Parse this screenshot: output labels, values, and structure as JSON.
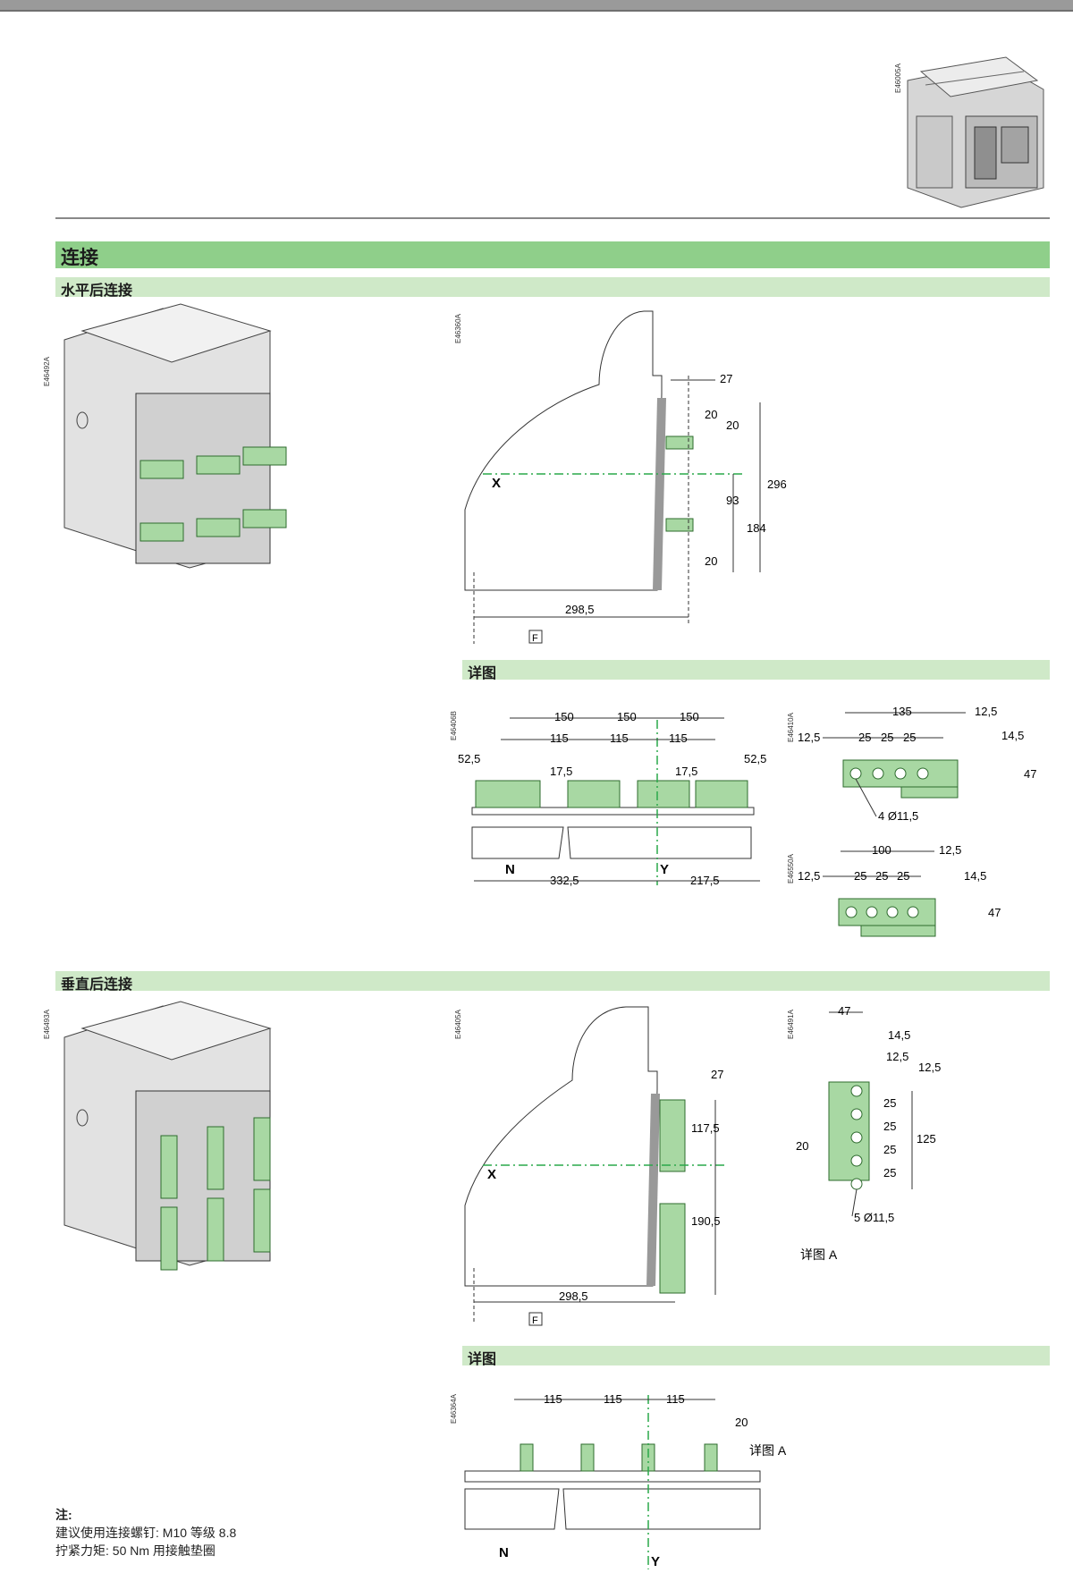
{
  "image_codes": {
    "hero": "E46005A",
    "h_iso": "E46492A",
    "h_side": "E46360A",
    "h_detail": "E46406B",
    "h_bar4": "E46410A",
    "h_bar3": "E46550A",
    "v_iso": "E46493A",
    "v_side": "E46405A",
    "v_detailA": "E46491A",
    "v_detail": "E46364A"
  },
  "sections": {
    "main_title": "连接",
    "horizontal_title": "水平后连接",
    "vertical_title": "垂直后连接",
    "detail_label": "详图"
  },
  "h_side": {
    "dim_27": "27",
    "dim_20a": "20",
    "dim_20b": "20",
    "dim_93": "93",
    "dim_296": "296",
    "dim_184": "184",
    "dim_20c": "20",
    "dim_298": "298,5",
    "label_x": "X",
    "label_f": "F"
  },
  "h_detail": {
    "d150a": "150",
    "d150b": "150",
    "d150c": "150",
    "d115a": "115",
    "d115b": "115",
    "d115c": "115",
    "d52a": "52,5",
    "d52b": "52,5",
    "d17a": "17,5",
    "d17b": "17,5",
    "d332": "332,5",
    "d217": "217,5",
    "label_n": "N",
    "label_y": "Y"
  },
  "h_bar4": {
    "d135": "135",
    "d125": "12,5",
    "d125b": "12,5",
    "d145": "14,5",
    "d47": "47",
    "d25a": "25",
    "d25b": "25",
    "d25c": "25",
    "holes": "4 Ø11,5"
  },
  "h_bar3": {
    "d100": "100",
    "d125": "12,5",
    "d125b": "12,5",
    "d145": "14,5",
    "d47": "47",
    "d25a": "25",
    "d25b": "25",
    "d25c": "25"
  },
  "v_side": {
    "dim_27": "27",
    "dim_117": "117,5",
    "dim_190": "190,5",
    "dim_298": "298,5",
    "label_x": "X",
    "label_f": "F"
  },
  "v_detailA": {
    "d47": "47",
    "d145": "14,5",
    "d125a": "12,5",
    "d125b": "12,5",
    "d20": "20",
    "d25a": "25",
    "d25b": "25",
    "d25c": "25",
    "d25d": "25",
    "d125": "125",
    "holes": "5 Ø11,5",
    "caption": "详图 A"
  },
  "v_detail": {
    "d115a": "115",
    "d115b": "115",
    "d115c": "115",
    "d20": "20",
    "detail_a": "详图 A",
    "label_n": "N",
    "label_y": "Y"
  },
  "note": {
    "title": "注:",
    "line1": "建议使用连接螺钉: M10 等级 8.8",
    "line2": "拧紧力矩: 50 Nm 用接触垫圈"
  },
  "colors": {
    "section_main": "#8fcf8a",
    "section_sub": "#cfe9c8",
    "busbar": "#a8d8a3",
    "axis_line": "#2aa84a"
  }
}
